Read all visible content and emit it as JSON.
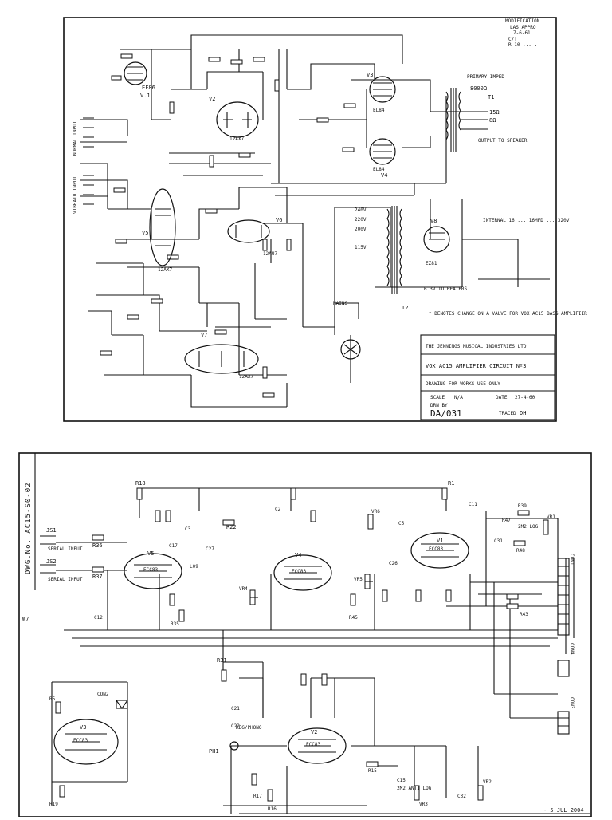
{
  "top_diagram": {
    "tubes": [
      {
        "ref": "V.1",
        "type": "EF86"
      },
      {
        "ref": "V2",
        "type": "12AX7"
      },
      {
        "ref": "V3",
        "type": "EL84"
      },
      {
        "ref": "V4",
        "type": "EL84"
      },
      {
        "ref": "V5",
        "type": "12AX7"
      },
      {
        "ref": "V6",
        "type": "12AU7"
      },
      {
        "ref": "V7",
        "type": "12AX7"
      },
      {
        "ref": "V8",
        "type": "EZ81"
      }
    ],
    "labels": {
      "primary_impedance": "PRIMARY IMPED",
      "output_impedance": "8000Ω",
      "transformer_t1": "T1",
      "transformer_t2": "T2",
      "tap_15": "15Ω",
      "tap_8": "8Ω",
      "speaker_note": "OUTPUT TO SPEAKER",
      "filament_note": "6.3V TO HEATERS",
      "mains_note": "MAINS",
      "mod_note": "MODIFICATION",
      "mod_lines": [
        "LAS APPRO",
        "7-6-61",
        "C/T",
        "R-10 ... ."
      ],
      "valve_note": "* DENOTES CHANGE ON A VALVE FOR VOX AC15 BASS AMPLIFIER",
      "input_normal": "NORMAL INPUT",
      "input_vibrato": "VIBRATO INPUT",
      "voltage_taps": [
        "240V",
        "220V",
        "200V",
        "115V"
      ],
      "rectifier_note": "INTERNAL 16 ... 16MFD ... 320V"
    },
    "title_block": {
      "company": "THE JENNINGS MUSICAL INDUSTRIES LTD",
      "title": "VOX AC15 AMPLIFIER CIRCUIT Nº3",
      "subtitle": "DRAWING FOR WORKS USE ONLY",
      "scale_label": "SCALE",
      "scale_value": "N/A",
      "date_label": "DATE",
      "date_value": "27-4-60",
      "drawn_label": "DRN BY",
      "drawing_number": "DA/031",
      "traced_label": "TRACED",
      "traced_value": "DH"
    }
  },
  "bottom_diagram": {
    "drawing_number": "DWG.No. AC15-S0-02",
    "stamp_date": "- 5 JUL 2004",
    "jacks": [
      "JS1",
      "JS2"
    ],
    "jack_labels": [
      "SERIAL INPUT",
      "SERIAL INPUT"
    ],
    "connectors": [
      "CON1",
      "CON2",
      "CON3",
      "CON4"
    ],
    "tubes": [
      {
        "ref": "V5",
        "type": "ECC83"
      },
      {
        "ref": "V4",
        "type": "ECC83"
      },
      {
        "ref": "V1",
        "type": "ECC83"
      },
      {
        "ref": "V2",
        "type": "ECC83"
      },
      {
        "ref": "V3",
        "type": "ECC83"
      }
    ],
    "pots": [
      "VR1",
      "VR2",
      "VR3",
      "VR4",
      "VR5",
      "VR6"
    ],
    "components": [
      "R18",
      "R22",
      "R36",
      "R37",
      "R35",
      "R1",
      "R39",
      "R47",
      "R48",
      "R43",
      "R31",
      "R5",
      "R19",
      "R17",
      "R16",
      "R15",
      "R45",
      "C2",
      "C3",
      "C5",
      "C11",
      "C12",
      "C15",
      "C17",
      "C21",
      "C22",
      "C26",
      "C27",
      "C31",
      "C32",
      "L09",
      "W7",
      "PH1"
    ],
    "misc_labels": {
      "reg_phono": "REG/PHONO",
      "anti_log": "2M2 ANTI LOG",
      "vr1_log": "2M2 LOG"
    }
  }
}
